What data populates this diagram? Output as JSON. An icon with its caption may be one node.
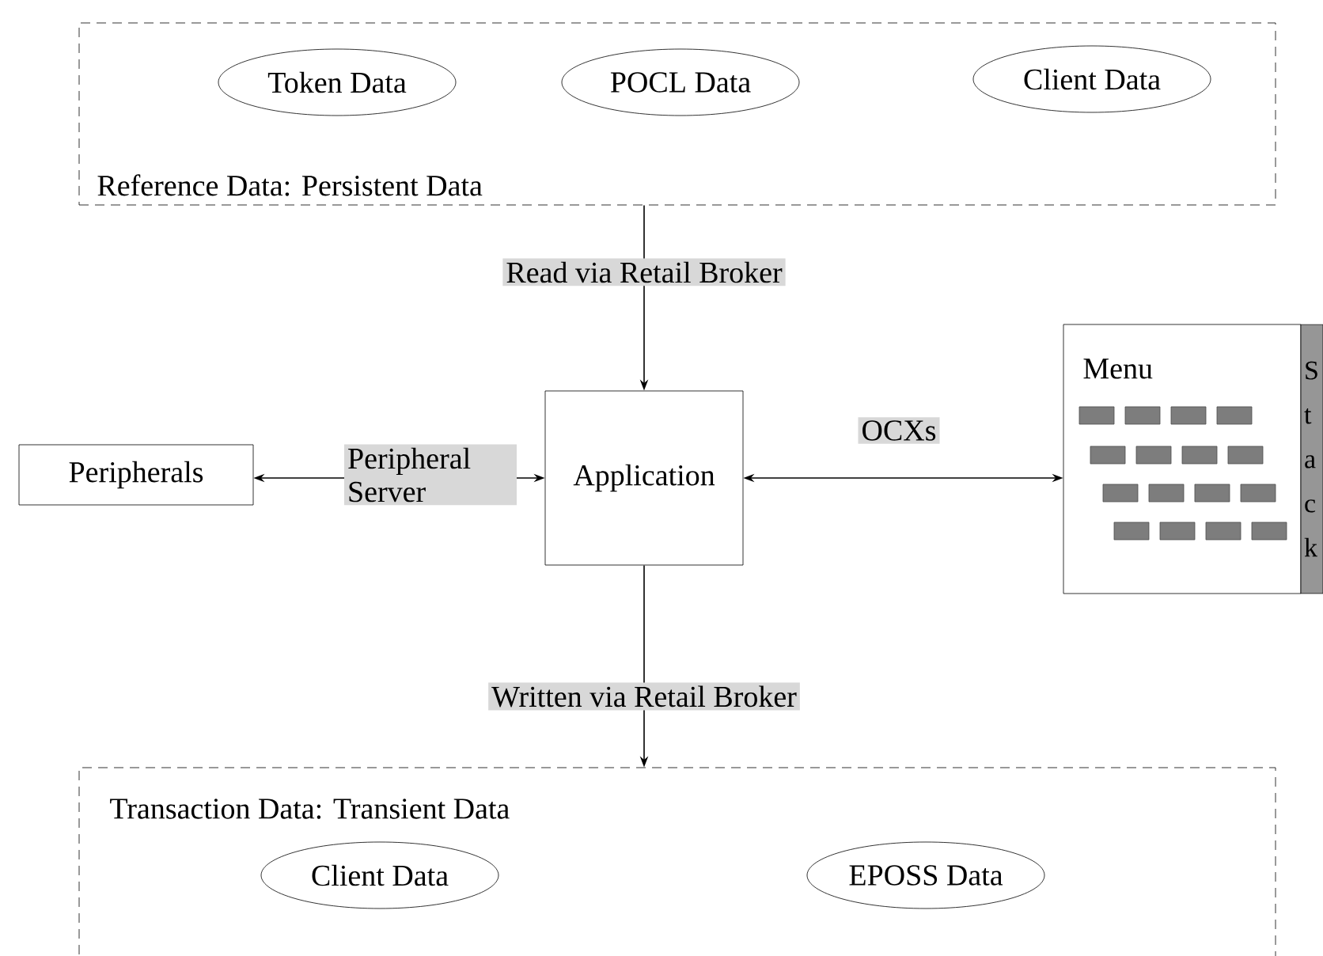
{
  "diagram": {
    "nodes": [
      {
        "text": [
          "Reference Data: Persistent Data"
        ]
      },
      {
        "text": [
          "Token Data"
        ],
        "in": 0
      },
      {
        "text": [
          "POCL Data"
        ],
        "in": 0
      },
      {
        "text": [
          "Client Data"
        ],
        "in": 0
      },
      {
        "text": [
          "Peripherals"
        ]
      },
      {
        "text": [
          "Application"
        ]
      },
      {
        "text": [
          "Menu"
        ]
      },
      {
        "text": [
          "S t a c k"
        ]
      },
      {
        "text": [
          "Transaction Data: Transient Data"
        ]
      },
      {
        "text": [
          "Client Data"
        ],
        "in": 8
      },
      {
        "text": [
          "EPOSS Data"
        ],
        "in": 8
      }
    ],
    "edges": [
      {
        "from": 0,
        "to": 5,
        "arrow": "to",
        "label": "Read via Retail Broker"
      },
      {
        "from": 5,
        "to": 8,
        "arrow": "to",
        "label": "Written via Retail Broker"
      },
      {
        "from": 5,
        "to": 4,
        "arrow": "both",
        "label": "Peripheral Server"
      },
      {
        "from": 5,
        "to": 6,
        "arrow": "both",
        "label": "OCXs"
      }
    ]
  }
}
